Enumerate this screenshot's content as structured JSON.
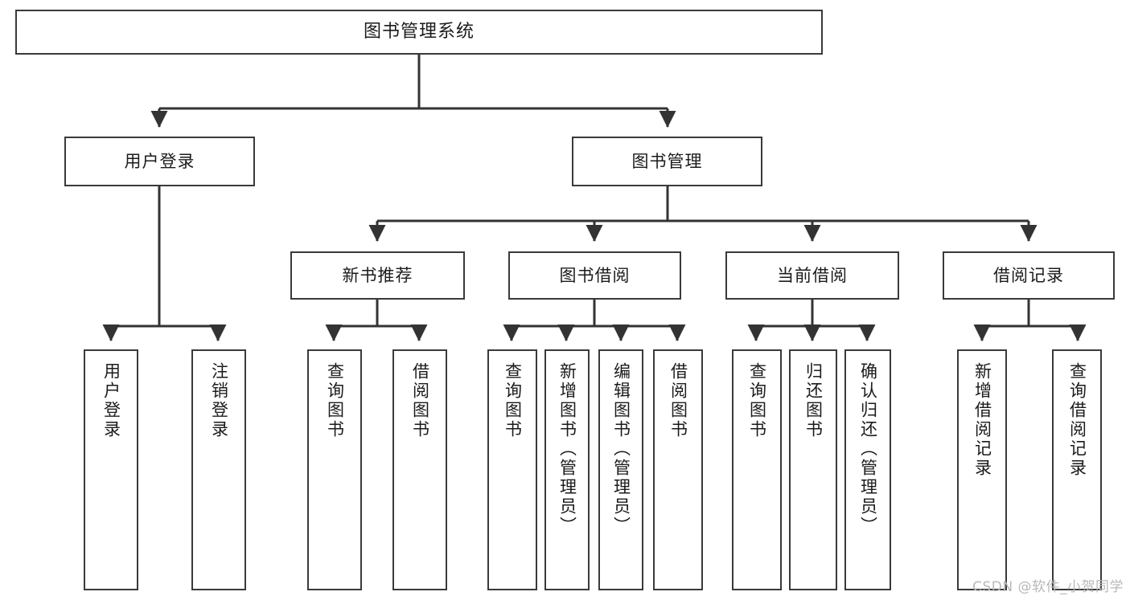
{
  "diagram": {
    "title": "图书管理系统",
    "watermark": "CSDN @软件_小贺同学",
    "type": "tree-hierarchy",
    "colors": {
      "box_border": "#3a3a3a",
      "box_fill": "#ffffff",
      "connector": "#333333",
      "text": "#1b1b1b",
      "watermark": "#b8b8b8",
      "background": "#ffffff"
    },
    "level1": [
      {
        "label": "用户登录"
      },
      {
        "label": "图书管理"
      }
    ],
    "level2": [
      {
        "label": "新书推荐"
      },
      {
        "label": "图书借阅"
      },
      {
        "label": "当前借阅"
      },
      {
        "label": "借阅记录"
      }
    ],
    "leaves": {
      "user_login": [
        {
          "label": "用户登录"
        },
        {
          "label": "注销登录"
        }
      ],
      "new_book_recommend": [
        {
          "label": "查询图书"
        },
        {
          "label": "借阅图书"
        }
      ],
      "book_borrow": [
        {
          "label": "查询图书"
        },
        {
          "label": "新增图书（管理员）"
        },
        {
          "label": "编辑图书（管理员）"
        },
        {
          "label": "借阅图书"
        }
      ],
      "current_borrow": [
        {
          "label": "查询图书"
        },
        {
          "label": "归还图书"
        },
        {
          "label": "确认归还（管理员）"
        }
      ],
      "borrow_record": [
        {
          "label": "新增借阅记录"
        },
        {
          "label": "查询借阅记录"
        }
      ]
    }
  }
}
